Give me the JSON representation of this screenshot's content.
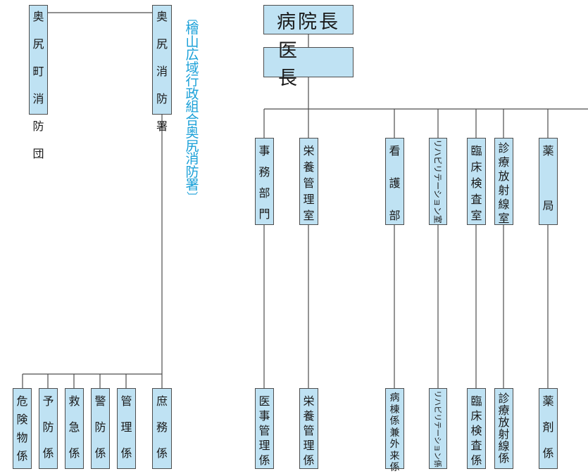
{
  "boxes": {
    "okushiri_fire_brigade": "奥尻町消防団",
    "okushiri_fire_station": "奥尻消防署",
    "director": "病院長",
    "chief_doctor": "医長",
    "office": "事務部門",
    "nutrition": "栄養管理室",
    "nursing": "看護部",
    "rehab": "リハビリテーション室",
    "lab": "臨床検査室",
    "radiology": "診療放射線室",
    "pharmacy": "薬局",
    "hazmat": "危険物係",
    "prevention": "予防係",
    "rescue": "救急係",
    "security": "警防係",
    "management": "管理係",
    "general_affairs": "庶務係",
    "medical_affairs": "医事管理係",
    "nutrition_mgmt": "栄養管理係",
    "ward": "病棟係兼外来係",
    "rehab_sec": "リハビリテーション係",
    "lab_sec": "臨床検査係",
    "radiology_sec": "診療放射線係",
    "dispensing": "薬剤係"
  },
  "annotation": "〔檜山広域行政組合奥尻消防署〕",
  "colors": {
    "box_fill": "#bfe2f3",
    "box_border": "#4d4d4d",
    "line": "#4d4d4d",
    "annotation": "#1aa0d8"
  }
}
